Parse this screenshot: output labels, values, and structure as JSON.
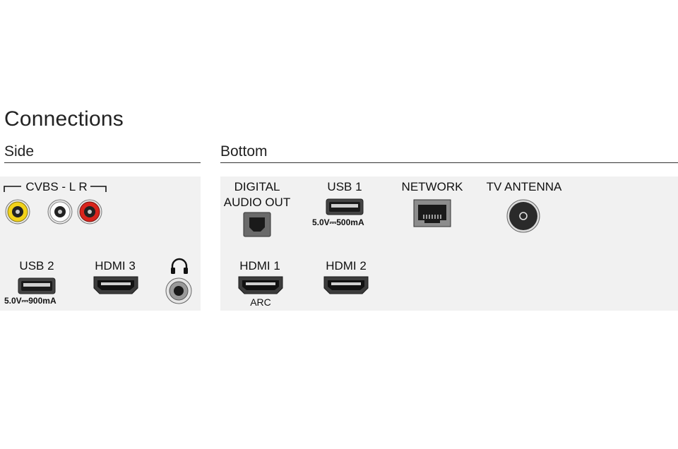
{
  "title": "Connections",
  "sections": {
    "side": {
      "label": "Side"
    },
    "bottom": {
      "label": "Bottom"
    }
  },
  "ports": {
    "cvbs": {
      "label": "CVBS - L R"
    },
    "digital_audio": {
      "label_line1": "DIGITAL",
      "label_line2": "AUDIO OUT"
    },
    "usb1": {
      "label": "USB 1",
      "power": "5.0V⎓500mA"
    },
    "network": {
      "label": "NETWORK"
    },
    "tv_antenna": {
      "label": "TV ANTENNA"
    },
    "usb2": {
      "label": "USB 2",
      "power": "5.0V⎓900mA"
    },
    "hdmi3": {
      "label": "HDMI 3"
    },
    "headphone": {
      "icon": "headphones-icon"
    },
    "hdmi1": {
      "label": "HDMI 1",
      "note": "ARC"
    },
    "hdmi2": {
      "label": "HDMI 2"
    }
  },
  "colors": {
    "rca_video": "#f2d21a",
    "rca_left": "#ffffff",
    "rca_right": "#d9241c",
    "panel": "#f1f1f1"
  }
}
